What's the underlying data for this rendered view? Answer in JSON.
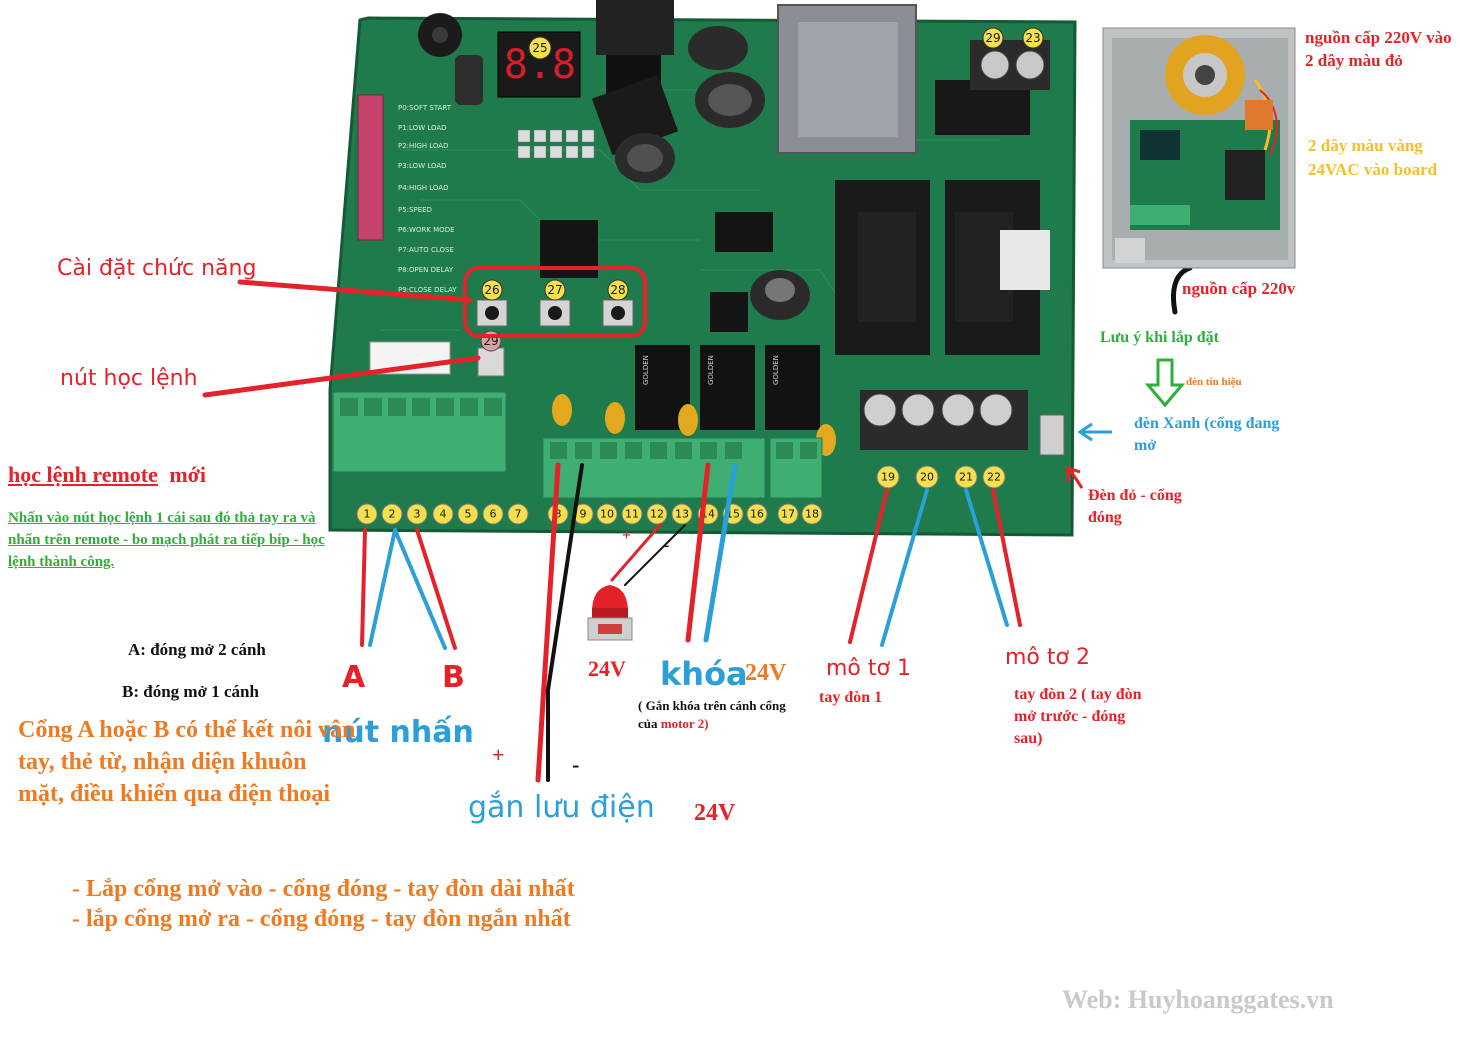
{
  "labels": {
    "set_function": "Cài đặt chức năng",
    "learn_button": "nút học lệnh",
    "learn_remote_title": "học lệnh remote",
    "learn_remote_new": "mới",
    "learn_instructions": "Nhấn vào nút học lệnh 1 cái sau đó thả tay ra và nhấn trên remote - bo mạch phát ra tiếp bíp - học lệnh thành công.",
    "mode_a": "A: đóng mở 2 cánh",
    "mode_b": "B: đóng mở 1 cánh",
    "letter_a": "A",
    "letter_b": "B",
    "push_button": "nút nhấn",
    "access_note": "Cổng A hoặc B có thể kết nôi vân tay, thẻ từ, nhận diện khuôn mặt, điều khiển qua điện  thoại",
    "install_open_in": "- Lắp cổng mở vào - cổng đóng - tay đòn dài nhất",
    "install_open_out": "- lắp cổng mở ra - cổng đóng - tay đòn ngắn nhất",
    "plus": "+",
    "minus": "-",
    "ups_label": "gắn  lưu điện",
    "ups_voltage": "24V",
    "lamp_voltage": "24V",
    "lock_label": "khóa",
    "lock_voltage": "24V",
    "lock_note_1": "( Gắn khóa trên cánh cổng",
    "lock_note_2a": "của ",
    "lock_note_2b": "motor 2)",
    "motor1": "mô tơ 1",
    "arm1": "tay đòn 1",
    "motor2": "mô tơ 2",
    "arm2": "tay đòn 2 ( tay đòn mở trước - đóng sau)",
    "power_220_note": "nguồn cấp 220V vào 2 dây màu đỏ",
    "yellow_24vac_note": "2 dây màu vàng 24VAC vào board",
    "power_220": "nguồn cấp 220v",
    "install_note": "Lưu ý khi lắp đặt",
    "signal_lamp": "đèn tín hiệu",
    "green_lamp": "đèn Xanh (cổng đang mở",
    "red_lamp": "Đèn đỏ - cổng đóng",
    "website": "Web: Huyhoanggates.vn",
    "display_badge": "25"
  },
  "terminals": [
    "1",
    "2",
    "3",
    "4",
    "5",
    "6",
    "7",
    "8",
    "9",
    "10",
    "11",
    "12",
    "13",
    "14",
    "15",
    "16",
    "17",
    "18"
  ],
  "motor_terminals": [
    "19",
    "20",
    "21",
    "22"
  ],
  "setup_buttons": [
    "26",
    "27",
    "28"
  ],
  "top_terminals": [
    "29",
    "23"
  ],
  "learn_button_number": "29",
  "colors": {
    "board_green": "#1f7a4c",
    "terminal_green": "#3fae72",
    "red": "#e5222a",
    "blue": "#2a9fd8",
    "green": "#2fae3a",
    "orange": "#ee7a22",
    "yellow": "#f5bf2a"
  }
}
